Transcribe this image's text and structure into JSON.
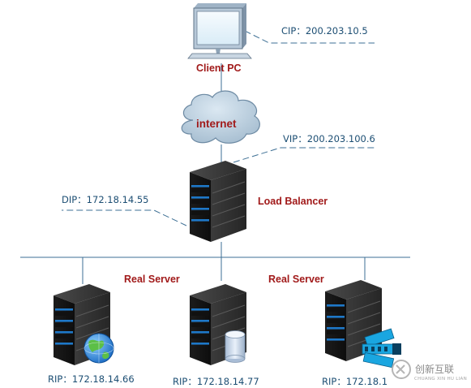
{
  "client": {
    "label": "Client PC",
    "cip": "CIP：200.203.10.5"
  },
  "internet": {
    "label": "internet"
  },
  "load_balancer": {
    "label": "Load Balancer",
    "vip": "VIP：200.203.100.6",
    "dip": "DIP：172.18.14.55"
  },
  "real_servers": {
    "label_left": "Real Server",
    "label_right": "Real Server",
    "items": [
      {
        "rip": "RIP：172.18.14.66",
        "badge": "globe-icon"
      },
      {
        "rip": "RIP：172.18.14.77",
        "badge": "database-icon"
      },
      {
        "rip": "RIP：172.18.1",
        "badge": "film-icon"
      }
    ]
  },
  "watermark": {
    "text": "创新互联",
    "subtext": "CHUANG XIN HU LIAN"
  },
  "colors": {
    "line": "#3d6f94",
    "server_body": "#2d2d2d",
    "server_led": "#1e78c8",
    "label_red": "#a11a1a",
    "ip_text": "#1c4e73"
  }
}
